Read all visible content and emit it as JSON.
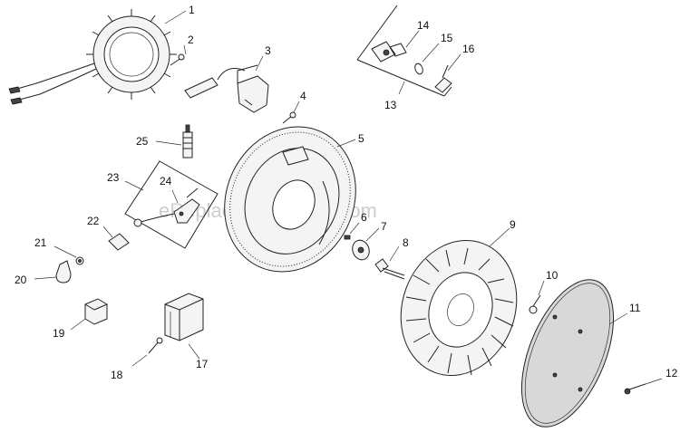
{
  "watermark": "eReplacementParts.com",
  "callouts": {
    "c1": "1",
    "c2": "2",
    "c3": "3",
    "c4": "4",
    "c5": "5",
    "c6": "6",
    "c7": "7",
    "c8": "8",
    "c9": "9",
    "c10": "10",
    "c11": "11",
    "c12": "12",
    "c13": "13",
    "c14": "14",
    "c15": "15",
    "c16": "16",
    "c17": "17",
    "c18": "18",
    "c19": "19",
    "c20": "20",
    "c21": "21",
    "c22": "22",
    "c23": "23",
    "c24": "24",
    "c25": "25"
  }
}
